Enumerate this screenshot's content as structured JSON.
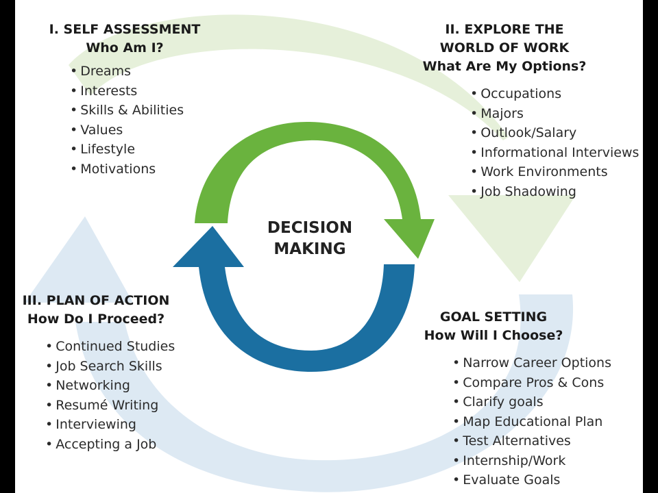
{
  "center": {
    "line1": "DECISION",
    "line2": "MAKING"
  },
  "stages": {
    "self_assessment": {
      "title": "I.  SELF ASSESSMENT",
      "question": "Who Am I?",
      "items": [
        "Dreams",
        "Interests",
        "Skills & Abilities",
        "Values",
        "Lifestyle",
        "Motivations"
      ]
    },
    "explore": {
      "title_line1": "II.  EXPLORE THE",
      "title_line2": "WORLD OF WORK",
      "question": "What Are My Options?",
      "items": [
        "Occupations",
        "Majors",
        "Outlook/Salary",
        "Informational Interviews",
        "Work Environments",
        "Job Shadowing"
      ]
    },
    "plan": {
      "title": "III.  PLAN OF ACTION",
      "question": "How Do I Proceed?",
      "items": [
        "Continued Studies",
        "Job Search Skills",
        "Networking",
        "Resumé Writing",
        "Interviewing",
        "Accepting a Job"
      ]
    },
    "goal": {
      "title": "GOAL SETTING",
      "question": "How Will I Choose?",
      "items": [
        "Narrow Career Options",
        "Compare Pros & Cons",
        "Clarify goals",
        "Map Educational Plan",
        "Test Alternatives",
        "Internship/Work",
        "Evaluate Goals"
      ]
    }
  },
  "colors": {
    "inner_green": "#6ab33e",
    "inner_blue": "#1b6fa1",
    "outer_green": "#e6f0da",
    "outer_blue": "#dde9f3"
  }
}
